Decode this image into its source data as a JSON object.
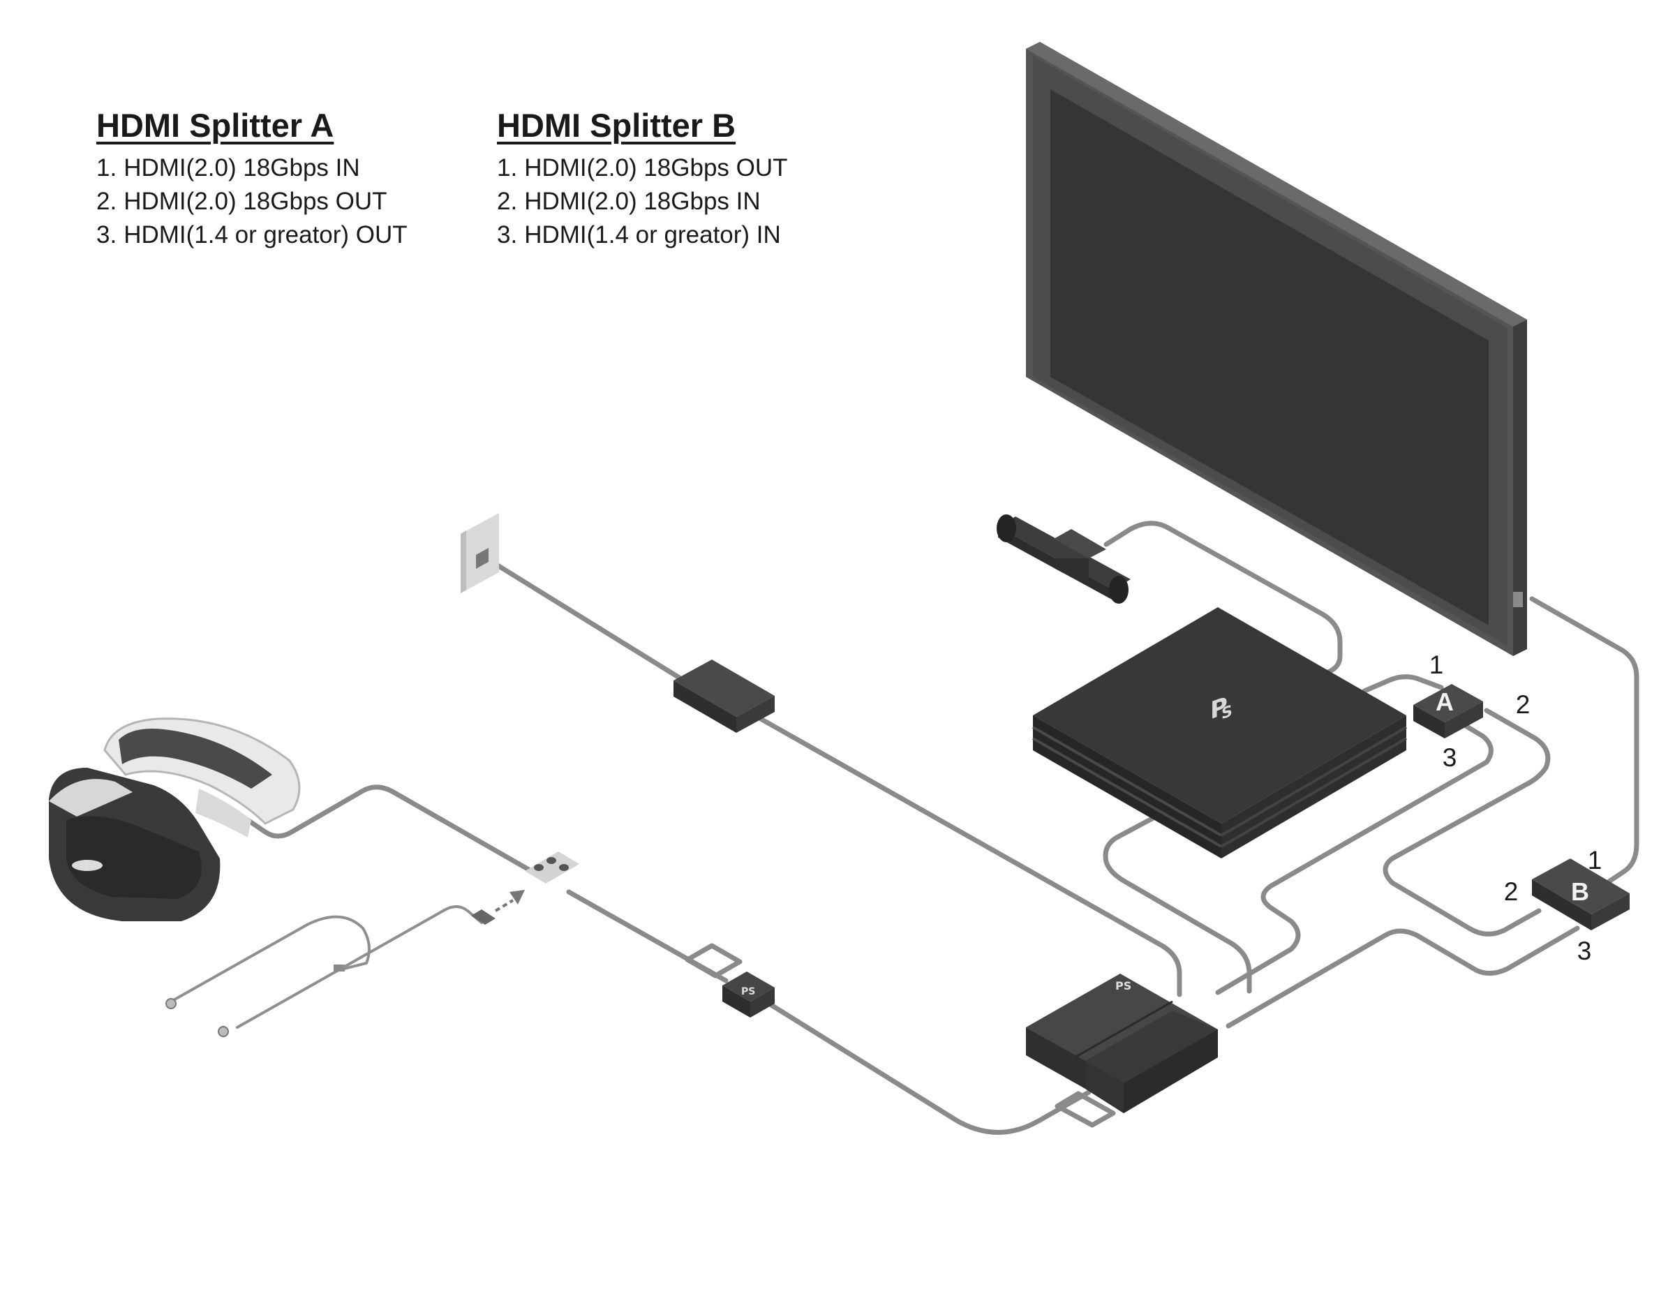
{
  "splitter_a": {
    "title": "HDMI Splitter A",
    "items": [
      {
        "num": "1.",
        "text": "HDMI(2.0) 18Gbps IN"
      },
      {
        "num": "2.",
        "text": "HDMI(2.0) 18Gbps OUT"
      },
      {
        "num": "3.",
        "text": "HDMI(1.4 or greator) OUT"
      }
    ],
    "box_label": "A",
    "port_labels": {
      "p1": "1",
      "p2": "2",
      "p3": "3"
    }
  },
  "splitter_b": {
    "title": "HDMI Splitter B",
    "items": [
      {
        "num": "1.",
        "text": "HDMI(2.0) 18Gbps OUT"
      },
      {
        "num": "2.",
        "text": "HDMI(2.0) 18Gbps IN"
      },
      {
        "num": "3.",
        "text": "HDMI(1.4 or greator) IN"
      }
    ],
    "box_label": "B",
    "port_labels": {
      "p1": "1",
      "p2": "2",
      "p3": "3"
    }
  },
  "colors": {
    "device_dark": "#2f2f2f",
    "device_mid": "#3d3d3d",
    "cable": "#8a8a8a",
    "screen": "#3a3a3a",
    "frame": "#4a4a4a",
    "headset_white": "#e9e9e9"
  }
}
